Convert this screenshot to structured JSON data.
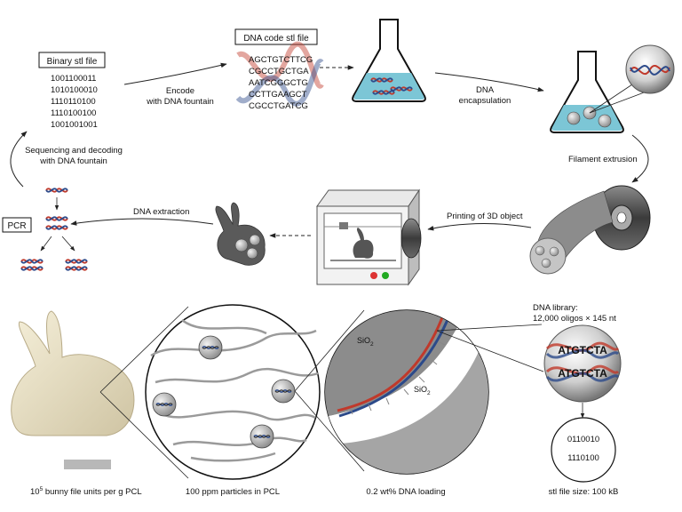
{
  "top": {
    "binary_box": "Binary stl file",
    "binary_lines": [
      "1001100011",
      "1010100010",
      "1110110100",
      "1110100100",
      "1001001001"
    ],
    "encode_label": [
      "Encode",
      "with DNA fountain"
    ],
    "dna_box": "DNA code stl file",
    "dna_lines": [
      "AGCTGTCTTCG",
      "CGCCTGCTGA",
      "AATCGGGCTG",
      "CCTTGAAGCT",
      "CGCCTGATCG"
    ],
    "encapsulation_label": [
      "DNA",
      "encapsulation"
    ],
    "extrusion_label": "Filament extrusion",
    "printing_label": "Printing of 3D object",
    "extraction_label": "DNA extraction",
    "pcr_box": "PCR",
    "sequencing_label": [
      "Sequencing and decoding",
      "with DNA fountain"
    ]
  },
  "bottom": {
    "bunny_caption_pre": "10",
    "bunny_caption_sup": "5",
    "bunny_caption_post": " bunny file units per g PCL",
    "particles_caption": "100 ppm particles in PCL",
    "loading_caption": "0.2 wt% DNA loading",
    "sio2_outer": "SiO",
    "sio2_inner": "SiO",
    "sio2_sub": "2",
    "library_label": [
      "DNA library:",
      "12,000 oligos × 145 nt"
    ],
    "oligo_seq": "ATGTCTA",
    "binary_bits": [
      "0110010",
      "1110100"
    ],
    "file_size_caption": "stl file size: 100 kB"
  },
  "colors": {
    "liquid": "#7cc6d6",
    "dna_red": "#c0392b",
    "dna_blue": "#2c4a8a",
    "filament": "#555555",
    "bunny_print": "#eee5cc"
  }
}
